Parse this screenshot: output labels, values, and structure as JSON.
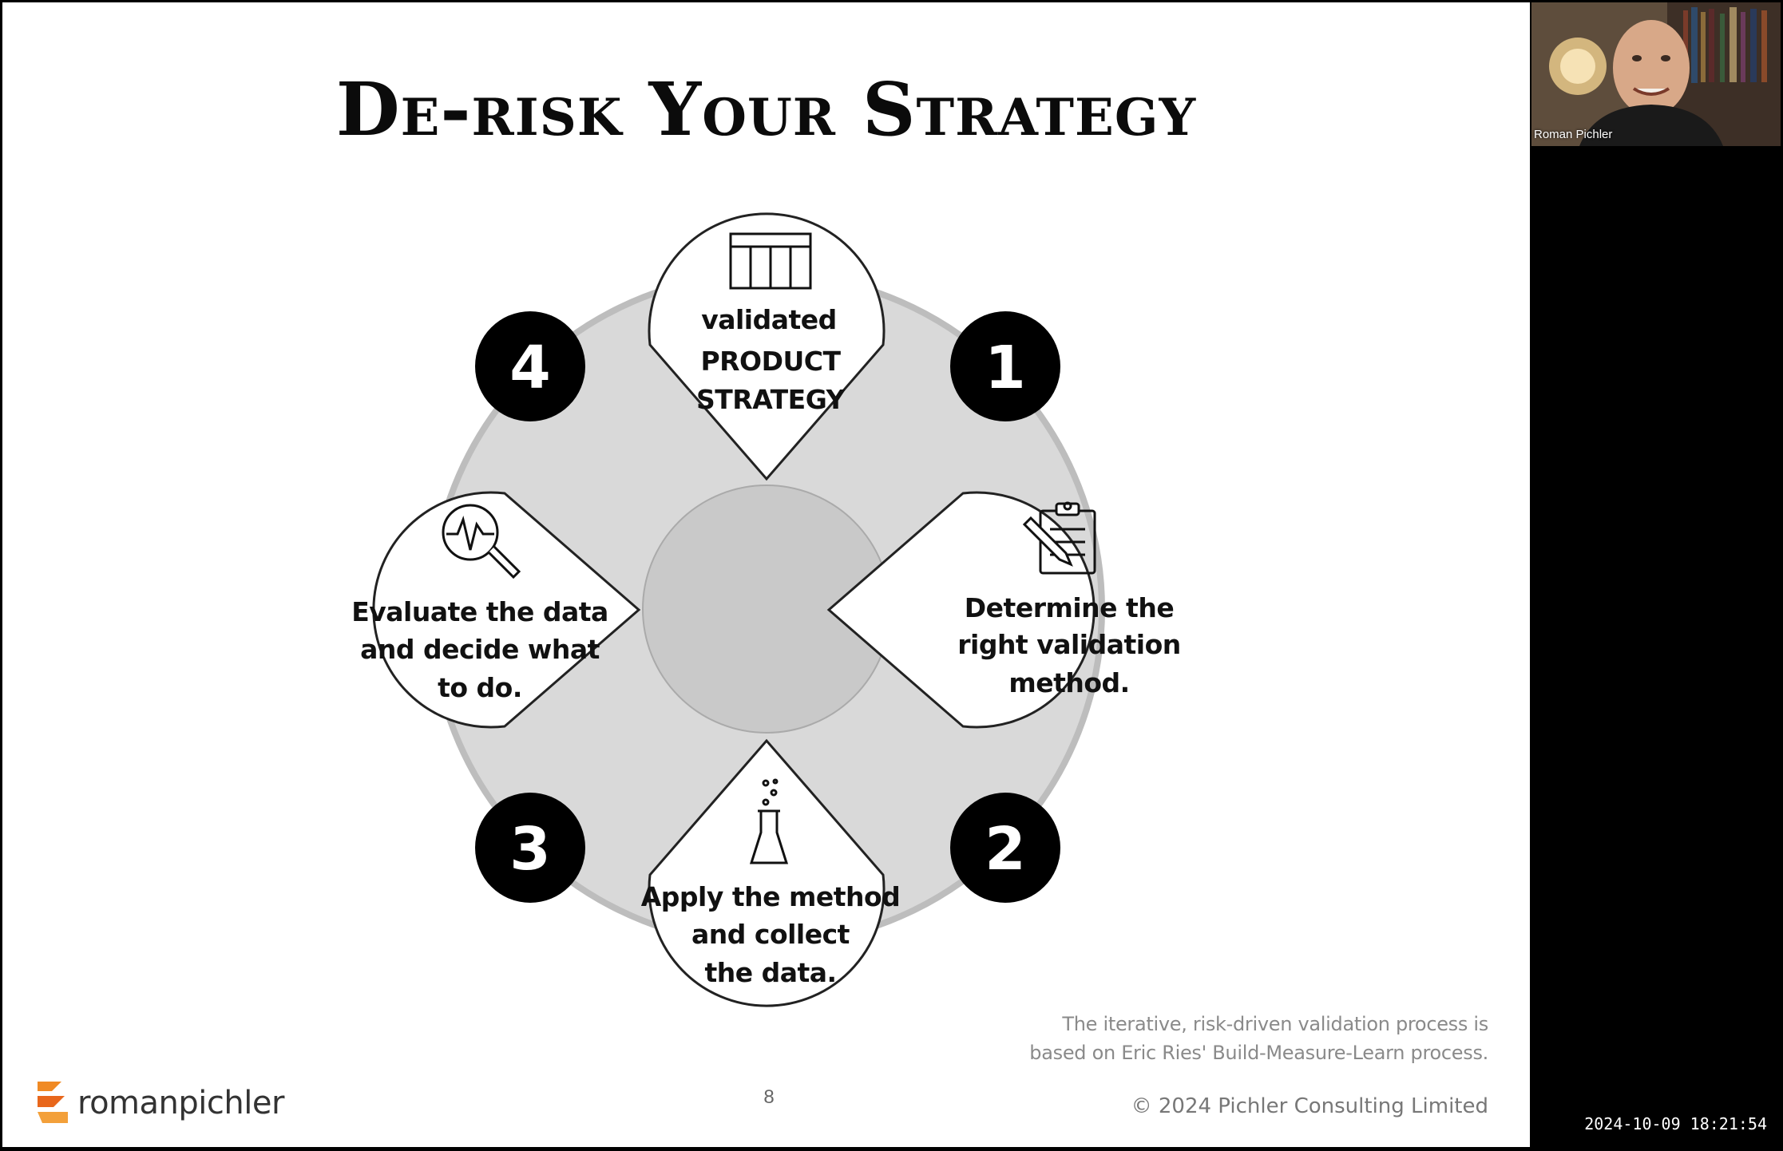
{
  "slide": {
    "title": "De-risk Your Strategy",
    "center_node": {
      "lines": [
        "validated",
        "PRODUCT",
        "STRATEGY"
      ],
      "icon": "product-canvas-icon"
    },
    "steps": [
      {
        "number": "1",
        "lines": [
          "Determine the",
          "right validation",
          "method."
        ],
        "icon": "clipboard-pencil-icon"
      },
      {
        "number": "2",
        "lines": [
          "Apply the method",
          "and collect",
          "the data."
        ],
        "icon": "flask-icon"
      },
      {
        "number": "3"
      },
      {
        "number": "4",
        "lines": [
          "Evaluate the data",
          "and decide what",
          "to do."
        ],
        "icon": "magnifier-heartbeat-icon"
      }
    ],
    "credit_lines": [
      "The iterative, risk-driven validation process is",
      "based on Eric Ries' Build-Measure-Learn process."
    ],
    "page_number": "8",
    "copyright": "© 2024 Pichler Consulting Limited",
    "logo_text": "romanpichler",
    "colors": {
      "ring": "#d9d9d9",
      "hub": "#c9c9c9",
      "badge": "#000000",
      "accent_logo": "#f08a24"
    }
  },
  "video": {
    "participant_name": "Roman Pichler"
  },
  "timestamp": "2024-10-09 18:21:54"
}
